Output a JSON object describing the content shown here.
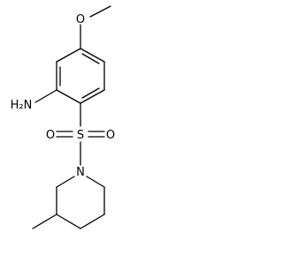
{
  "molecule": {
    "labels": {
      "O_methoxy": "O",
      "N_amine": "H₂N",
      "S_sulfonyl": "S",
      "O_sulfonyl_left": "O",
      "O_sulfonyl_right": "O",
      "N_piperidine": "N"
    },
    "colors": {
      "bond": "#000000",
      "text": "#000000",
      "background": "#ffffff"
    }
  }
}
